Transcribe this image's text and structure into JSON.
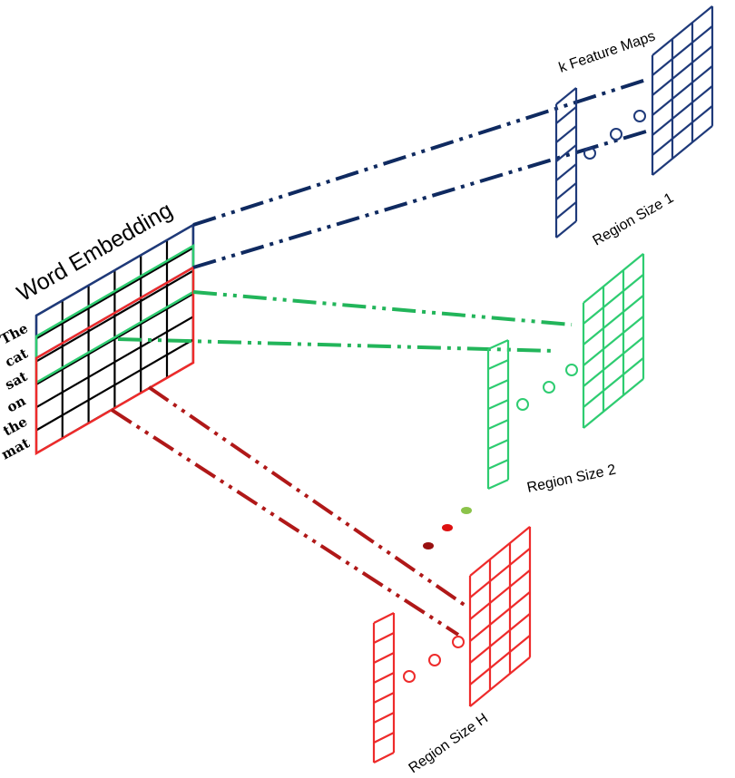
{
  "title": "Word Embedding",
  "words": [
    "The",
    "cat",
    "sat",
    "on",
    "the",
    "mat"
  ],
  "feature_maps_label": "k Feature Maps",
  "regions": [
    {
      "label": "Region Size 1",
      "color": "#1f3a7a",
      "dash_color": "#0f2a60"
    },
    {
      "label": "Region Size 2",
      "color": "#2ecc71",
      "dash_color": "#22b55a"
    },
    {
      "label": "Region Size H",
      "color": "#ee2b2b",
      "dash_color": "#b01818"
    }
  ],
  "colors": {
    "embedding_grid": "#000000",
    "embedding_outline": "#1f3a7a",
    "ellipsis_dots": [
      "#8bc34a",
      "#dd1111",
      "#991111"
    ]
  }
}
